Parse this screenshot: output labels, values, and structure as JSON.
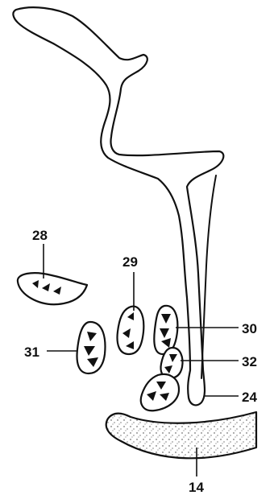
{
  "labels": {
    "l28": "28",
    "l29": "29",
    "l30": "30",
    "l31": "31",
    "l32": "32",
    "l24": "24",
    "l14": "14"
  }
}
